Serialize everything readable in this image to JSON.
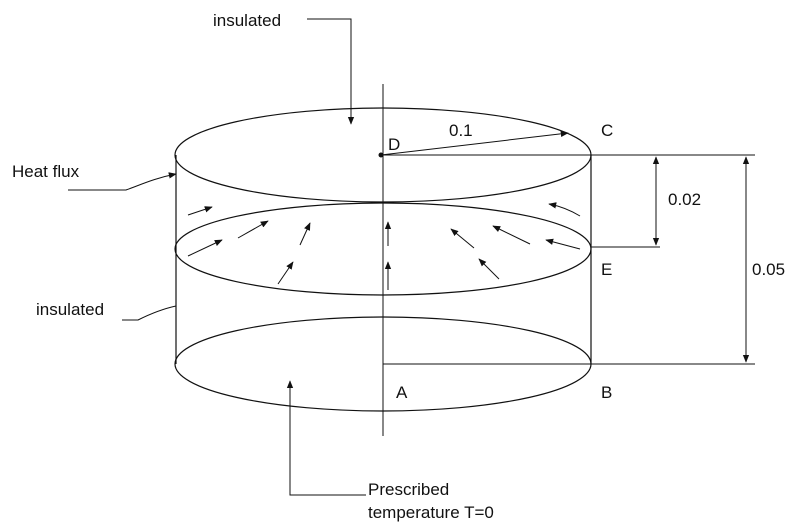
{
  "labels": {
    "insulated_top": "insulated",
    "insulated_side": "insulated",
    "heat_flux": "Heat flux",
    "prescribed_line1": "Prescribed",
    "prescribed_line2": "temperature T=0",
    "point_a": "A",
    "point_b": "B",
    "point_c": "C",
    "point_d": "D",
    "point_e": "E",
    "radius": "0.1",
    "dim_flux_band": "0.02",
    "dim_height": "0.05"
  }
}
